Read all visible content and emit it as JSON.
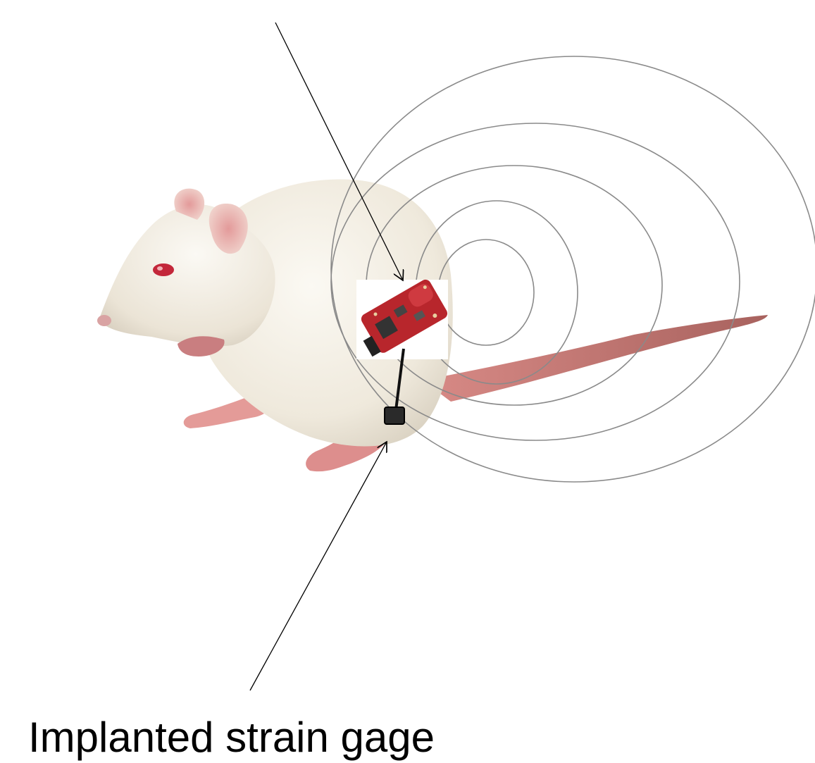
{
  "caption": "Implanted strain gage",
  "colors": {
    "background": "#ffffff",
    "rat_fur": "#f3efe6",
    "rat_shadow": "#ddd6c8",
    "rat_skin": "#d9868a",
    "rat_eye": "#c3273a",
    "transmitter_board": "#b8262c",
    "signal_rings": "#8a8a8a",
    "arrow": "#000000",
    "sensor": "#222222"
  },
  "icons": {
    "rat": "rat-illustration",
    "transmitter": "circuit-board-icon",
    "sensor": "strain-gage-icon",
    "signal": "radio-wave-rings"
  }
}
